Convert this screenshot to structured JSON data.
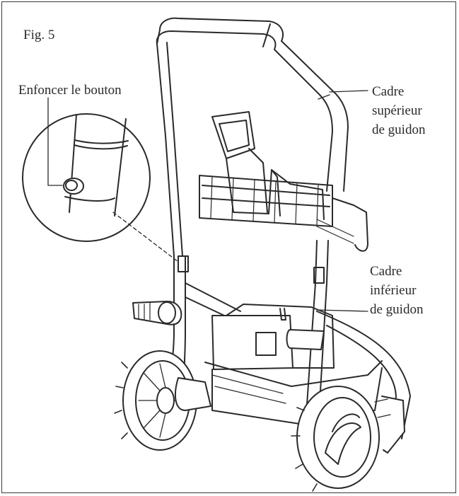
{
  "figure": {
    "label": "Fig. 5"
  },
  "callouts": {
    "push_button": "Enfoncer le bouton",
    "upper_handle_frame": [
      "Cadre",
      "supérieur",
      "de guidon"
    ],
    "lower_handle_frame": [
      "Cadre",
      "inférieur",
      "de guidon"
    ]
  },
  "colors": {
    "line": "#2a2a2a",
    "background": "#ffffff",
    "frame": "#3a3a3a"
  }
}
